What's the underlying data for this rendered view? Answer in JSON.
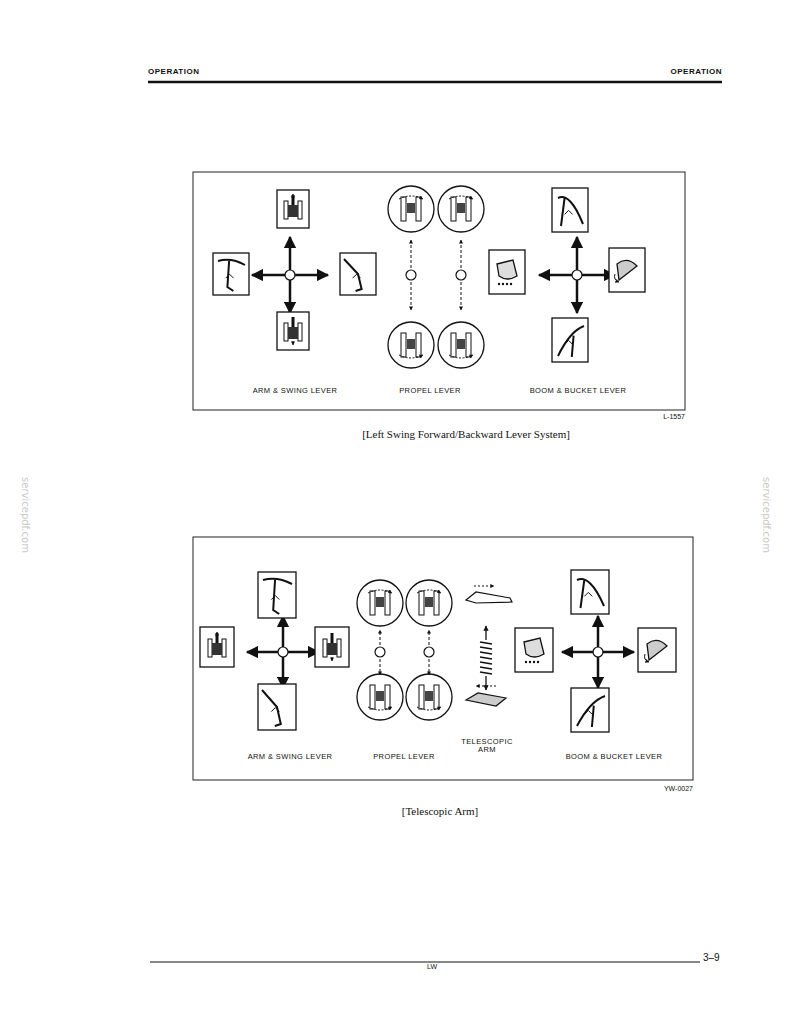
{
  "diagram": {
    "labels": [
      "OPERATION",
      "OPERATION",
      "ARM & SWING LEVER",
      "PROPEL LEVER",
      "BOOM & BUCKET LEVER",
      "L-1557",
      "[Left Swing Forward/Backward Lever System]",
      "servicepdf.com",
      "servicepdf.com",
      "ARM & SWING LEVER",
      "PROPEL LEVER",
      "TELESCOPIC ARM",
      "BOOM & BUCKET LEVER",
      "YW-0027",
      "[Telescopic Arm]",
      "3–9",
      "LW"
    ]
  }
}
